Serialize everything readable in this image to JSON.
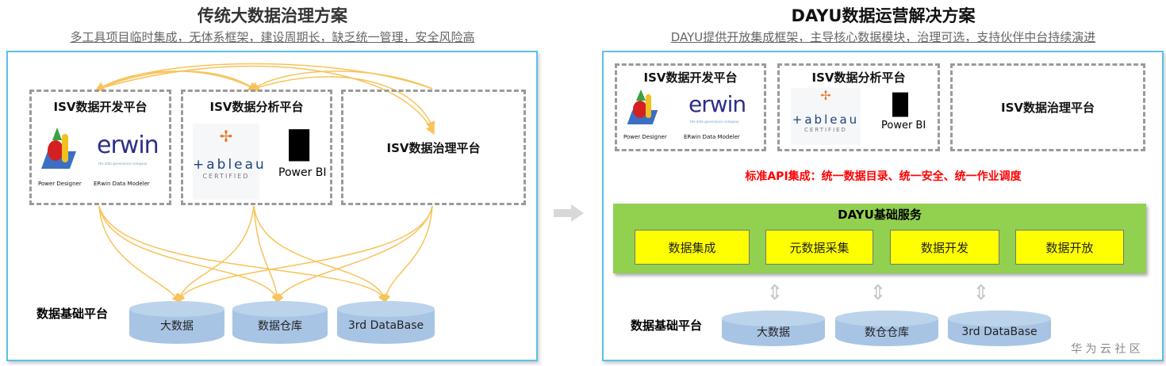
{
  "left": {
    "title": "传统大数据治理方案",
    "subtitle": "多工具项目临时集成，无体系框架，建设周期长，缺乏统一管理，安全风险高",
    "dev_platform": "ISV数据开发平台",
    "analysis_platform": "ISV数据分析平台",
    "governance_platform": "ISV数据治理平台",
    "power_designer": "Power Designer",
    "erwin_logo": "erwin",
    "erwin_tag": "the data governance company",
    "erwin_modeler": "ERwin Data Modeler",
    "tableau": "+ableau",
    "tableau_cert": "CERTIFIED",
    "powerbi": "Power BI",
    "base_label": "数据基础平台",
    "stores": [
      "大数据",
      "数据仓库",
      "3rd DataBase"
    ]
  },
  "right": {
    "title": "DAYU数据运营解决方案",
    "subtitle": "DAYU提供开放集成框架，主导核心数据模块，治理可选，支持伙伴中台持续演进",
    "dev_platform": "ISV数据开发平台",
    "analysis_platform": "ISV数据分析平台",
    "governance_platform": "ISV数据治理平台",
    "power_designer": "Power Designer",
    "erwin_logo": "erwin",
    "erwin_tag": "the data governance company",
    "erwin_modeler": "ERwin Data Modeler",
    "tableau": "+ableau",
    "tableau_cert": "CERTIFIED",
    "powerbi": "Power BI",
    "api_text": "标准API集成：统一数据目录、统一安全、统一作业调度",
    "base_service": "DAYU基础服务",
    "services": [
      "数据集成",
      "元数据采集",
      "数据开发",
      "数据开放"
    ],
    "base_label": "数据基础平台",
    "stores": [
      "大数据",
      "数仓仓库",
      "3rd DataBase"
    ]
  },
  "watermark": "华 为 云 社 区",
  "colors": {
    "panel_border": "#5bc0e8",
    "arrow": "#f7c35a",
    "green": "#92d050",
    "yellow": "#ffff00",
    "api_red": "#ff0000"
  }
}
